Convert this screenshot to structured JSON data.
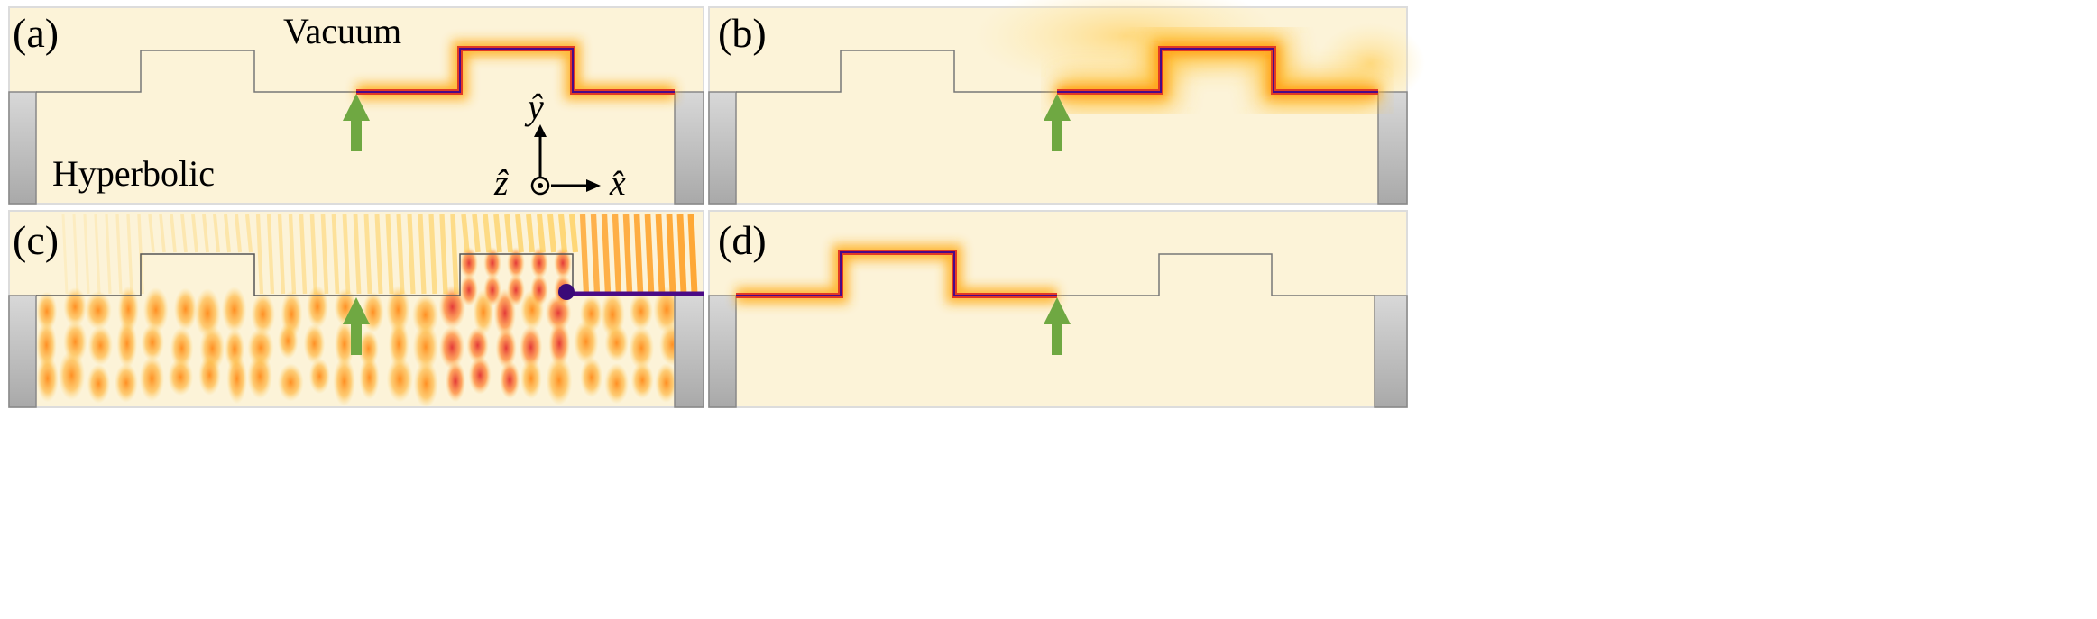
{
  "panels": [
    {
      "id": "a",
      "label": "(a)",
      "region_top": "Vacuum",
      "region_bottom": "Hyperbolic"
    },
    {
      "id": "b",
      "label": "(b)"
    },
    {
      "id": "c",
      "label": "(c)"
    },
    {
      "id": "d",
      "label": "(d)"
    }
  ],
  "axes": {
    "y": "ŷ",
    "x": "x̂",
    "z": "ẑ"
  },
  "colors": {
    "background": "#fcf3d8",
    "wall": "#b8b8b8",
    "arrow": "#6fa842",
    "edge_hot": "#e8332a",
    "edge_dark": "#4a0a86",
    "glow": "#ffc940"
  }
}
